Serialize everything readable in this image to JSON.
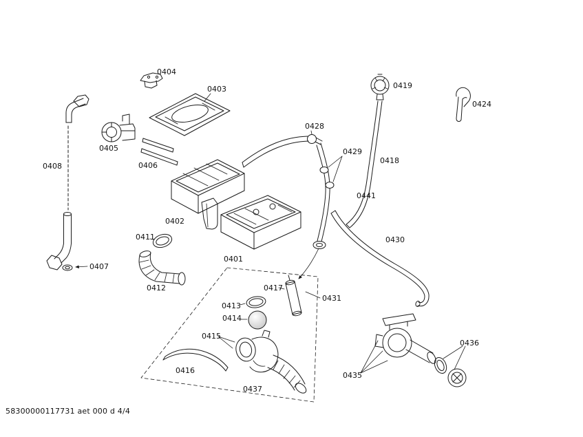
{
  "colors": {
    "background": "#ffffff",
    "line": "#1a1a1a"
  },
  "footer": {
    "document_code": "58300000117731 aet 000 d 4/4"
  },
  "diagram": {
    "kind": "exploded-parts-diagram",
    "part_labels": {
      "0401": "0401",
      "0402": "0402",
      "0403": "0403",
      "0404": "0404",
      "0405": "0405",
      "0406": "0406",
      "0407": "0407",
      "0408": "0408",
      "0411": "0411",
      "0412": "0412",
      "0413": "0413",
      "0414": "0414",
      "0415": "0415",
      "0416": "0416",
      "0417": "0417",
      "0418": "0418",
      "0419": "0419",
      "0424": "0424",
      "0428": "0428",
      "0429": "0429",
      "0430": "0430",
      "0431": "0431",
      "0435": "0435",
      "0436": "0436",
      "0437": "0437",
      "0441": "0441"
    }
  }
}
